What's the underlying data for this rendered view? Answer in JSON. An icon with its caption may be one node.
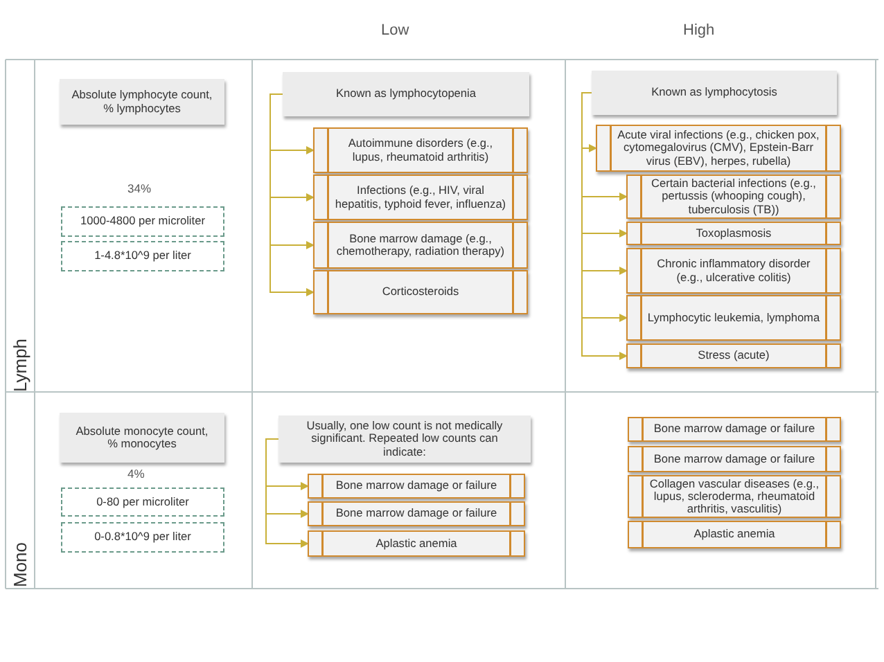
{
  "diagram": {
    "nodes": [
      {
        "text": [
          "Absolute lymphocyte count, % lymphocytes"
        ]
      },
      {
        "text": [
          "1000-4800 per microliter"
        ]
      },
      {
        "text": [
          "1-4.8*10^9 per liter"
        ]
      },
      {
        "text": [
          "Known as lymphocytopenia"
        ]
      },
      {
        "text": [
          "Autoimmune disorders (e.g., lupus, rheumatoid arthritis)"
        ]
      },
      {
        "text": [
          "Infections (e.g., HIV, viral hepatitis, typhoid fever, influenza)"
        ]
      },
      {
        "text": [
          "Bone marrow damage (e.g., chemotherapy, radiation therapy)"
        ]
      },
      {
        "text": [
          "Corticosteroids"
        ]
      },
      {
        "text": [
          "Known as lymphocytosis"
        ]
      },
      {
        "text": [
          "Acute viral infections (e.g., chicken pox, cytomegalovirus (CMV), Epstein-Barr virus (EBV), herpes, rubella)"
        ]
      },
      {
        "text": [
          "Certain bacterial infections (e.g., pertussis (whooping cough), tuberculosis (TB))"
        ]
      },
      {
        "text": [
          "Toxoplasmosis"
        ]
      },
      {
        "text": [
          "Chronic inflammatory disorder (e.g., ulcerative colitis)"
        ]
      },
      {
        "text": [
          "Lymphocytic leukemia, lymphoma"
        ]
      },
      {
        "text": [
          "Stress (acute)"
        ]
      },
      {
        "text": [
          "Absolute monocyte count, % monocytes"
        ]
      },
      {
        "text": [
          "0-80 per microliter"
        ]
      },
      {
        "text": [
          "0-0.8*10^9 per liter"
        ]
      },
      {
        "text": [
          "Usually, one low count is not medically significant. Repeated low counts can indicate:"
        ]
      },
      {
        "text": [
          "Bone marrow damage or failure"
        ]
      },
      {
        "text": [
          "Bone marrow damage or failure"
        ]
      },
      {
        "text": [
          "Aplastic anemia"
        ]
      },
      {
        "text": [
          "Bone marrow damage or failure"
        ]
      },
      {
        "text": [
          "Bone marrow damage or failure"
        ]
      },
      {
        "text": [
          "Collagen vascular diseases (e.g., lupus, scleroderma, rheumatoid arthritis, vasculitis)"
        ]
      },
      {
        "text": [
          "Aplastic anemia"
        ]
      }
    ],
    "edges": [
      {
        "from": 3,
        "to": 4,
        "arrow": "to"
      },
      {
        "from": 3,
        "to": 5,
        "arrow": "to"
      },
      {
        "from": 3,
        "to": 6,
        "arrow": "to"
      },
      {
        "from": 3,
        "to": 7,
        "arrow": "to"
      },
      {
        "from": 8,
        "to": 9,
        "arrow": "to"
      },
      {
        "from": 8,
        "to": 10,
        "arrow": "to"
      },
      {
        "from": 8,
        "to": 11,
        "arrow": "to"
      },
      {
        "from": 8,
        "to": 12,
        "arrow": "to"
      },
      {
        "from": 8,
        "to": 13,
        "arrow": "to"
      },
      {
        "from": 8,
        "to": 14,
        "arrow": "to"
      },
      {
        "from": 18,
        "to": 19,
        "arrow": "to"
      },
      {
        "from": 18,
        "to": 20,
        "arrow": "to"
      },
      {
        "from": 18,
        "to": 21,
        "arrow": "to"
      }
    ],
    "labels": [
      "Low",
      "High",
      "34%",
      "Lymph",
      "4%",
      "Mono"
    ]
  }
}
